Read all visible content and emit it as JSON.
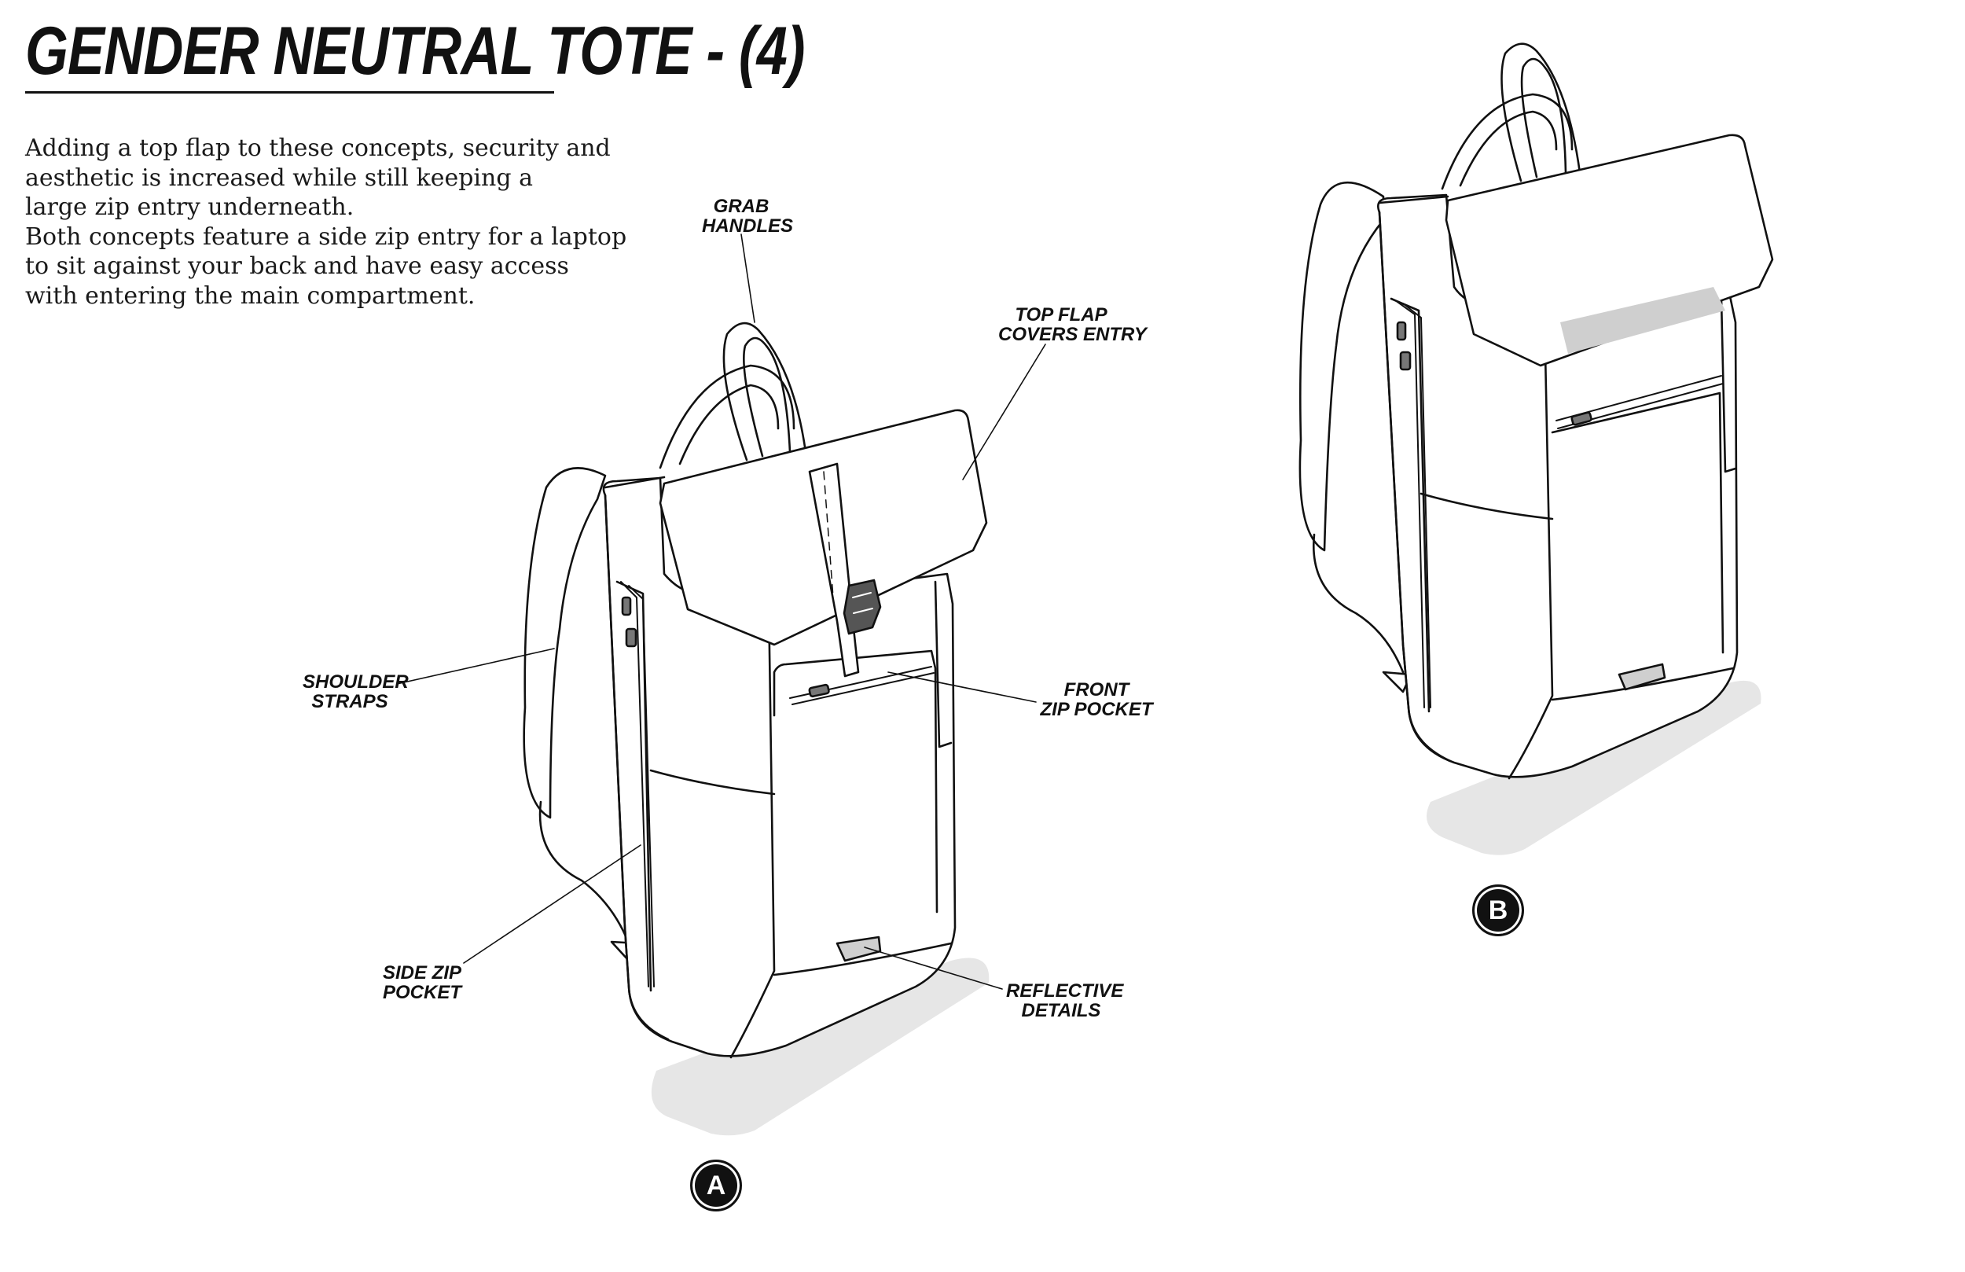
{
  "title": "GENDER NEUTRAL TOTE - (4)",
  "description": [
    "Adding a top flap to these concepts, security and",
    "aesthetic is increased while still keeping a",
    "large zip entry underneath.",
    "Both concepts feature a side zip entry for a laptop",
    "to sit against your back and have easy access",
    "with entering the main compartment."
  ],
  "callouts": {
    "grab_handles": [
      "GRAB",
      "HANDLES"
    ],
    "top_flap": [
      "TOP FLAP",
      "COVERS ENTRY"
    ],
    "shoulder_straps": [
      "SHOULDER",
      "STRAPS"
    ],
    "front_zip_pocket": [
      "FRONT",
      "ZIP POCKET"
    ],
    "side_zip_pocket": [
      "SIDE ZIP",
      "POCKET"
    ],
    "reflective_details": [
      "REFLECTIVE",
      "DETAILS"
    ]
  },
  "badges": {
    "a": "A",
    "b": "B"
  },
  "colors": {
    "line": "#111111",
    "shadow": "#e6e6e6",
    "reflective": "#cfcfcf",
    "background": "#ffffff"
  }
}
